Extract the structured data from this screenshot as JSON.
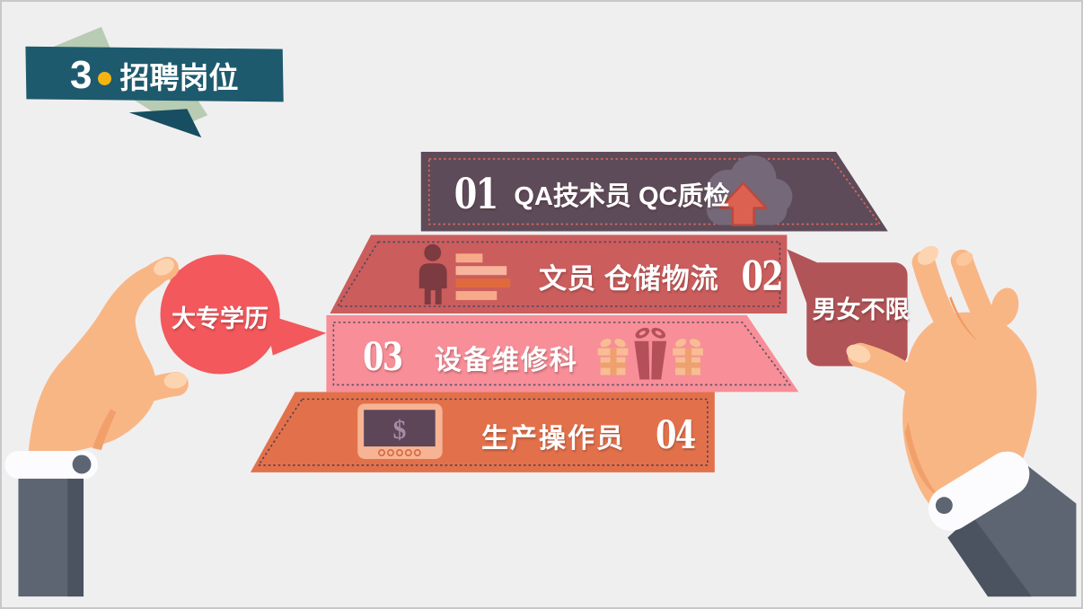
{
  "slide": {
    "title": {
      "number": "3",
      "label": "招聘岗位"
    },
    "banners": [
      {
        "number": "01",
        "label": "QA技术员 QC质检",
        "icon": "cloud-upload-icon",
        "bg": "#5e4b59"
      },
      {
        "number": "02",
        "label": "文员 仓储物流",
        "icon": "person-stats-icon",
        "bg": "#cb5d5d"
      },
      {
        "number": "03",
        "label": "设备维修科",
        "icon": "gift-boxes-icon",
        "bg": "#f78e98"
      },
      {
        "number": "04",
        "label": "生产操作员",
        "icon": "money-display-icon",
        "bg": "#e2714b"
      }
    ],
    "callouts": {
      "left": {
        "text": "大专学历",
        "bg": "#f2585c"
      },
      "right": {
        "text": "男女不限",
        "bg": "#b15457"
      }
    },
    "icon_symbols": {
      "dollar": "$"
    },
    "colors": {
      "background": "#f0eff0",
      "title_bg": "#1e5a6d",
      "title_dot": "#f4b513",
      "ribbon_fold_light": "#b7ccb3",
      "ribbon_fold_dark": "#174e61",
      "skin": "#f9b685",
      "sleeve": "#5d6573",
      "cuff": "#fcfcfe"
    }
  }
}
